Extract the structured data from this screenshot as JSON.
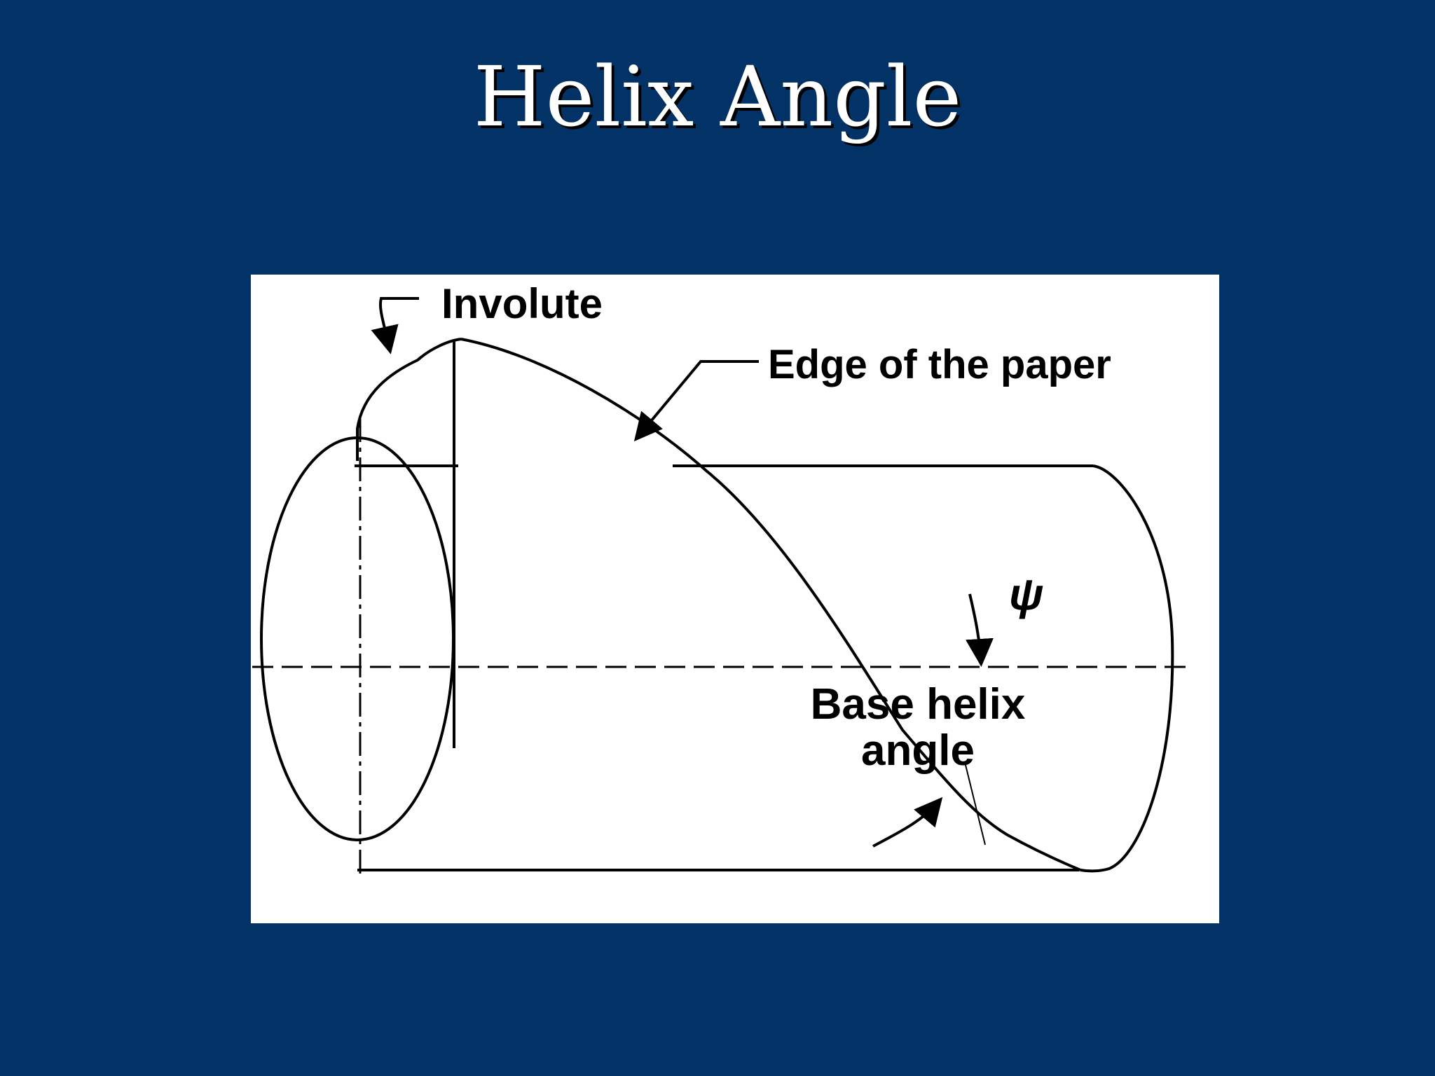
{
  "slide": {
    "title": "Helix Angle",
    "background_color": "#033366"
  },
  "diagram": {
    "labels": {
      "involute": "Involute",
      "edge_of_paper": "Edge of the paper",
      "psi": "ψ",
      "base_helix_line1": "Base helix",
      "base_helix_line2": "angle"
    },
    "icons": [
      "arrow-icon"
    ]
  }
}
